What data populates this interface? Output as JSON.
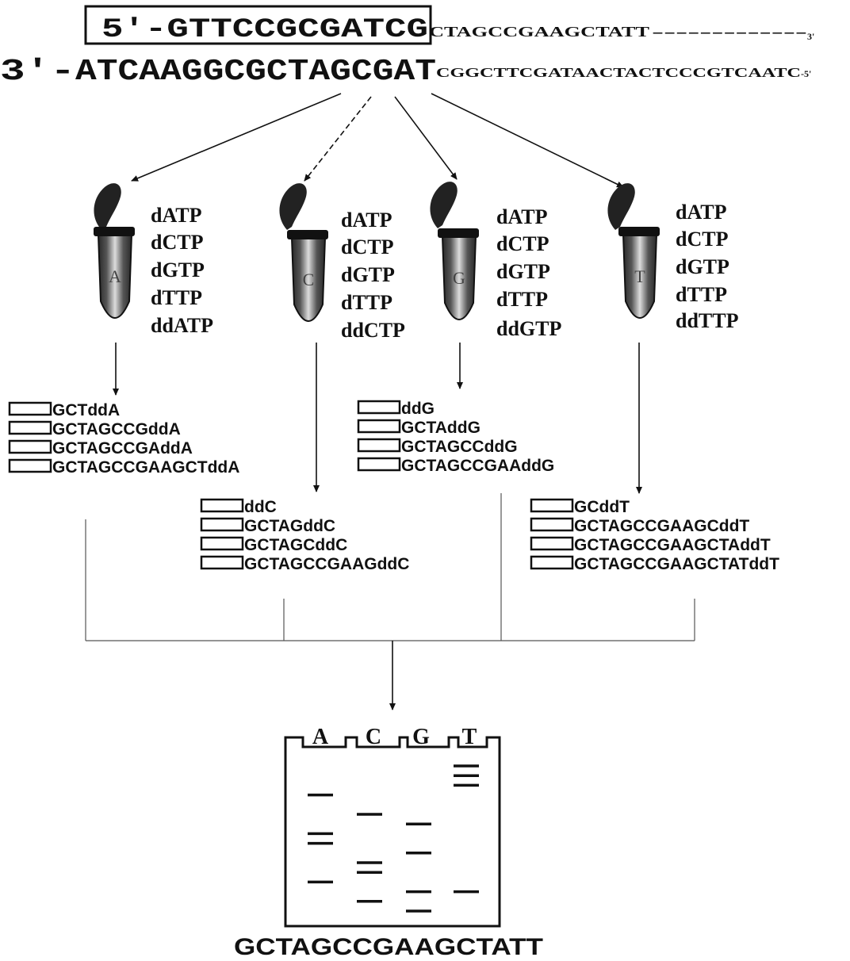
{
  "template": {
    "top_strand_primer": "5'-GTTCCGCGATCG",
    "top_strand_extension": "CTAGCCGAAGCTATT",
    "top_strand_dashes": "-------------",
    "top_strand_end": "3'",
    "bottom_strand_start": "3'-",
    "bottom_strand_large": "ATCAAGGCGCTAGCGAT",
    "bottom_strand_small": "CGGCTTCGATAACTACTCCCGTCAATC",
    "bottom_strand_end": "-5'"
  },
  "reactions": [
    {
      "tube_label": "A",
      "reagents": [
        "dATP",
        "dCTP",
        "dGTP",
        "dTTP",
        "ddATP"
      ],
      "fragments": [
        "GCTddA",
        "GCTAGCCGddA",
        "GCTAGCCGAddA",
        "GCTAGCCGAAGCTddA"
      ]
    },
    {
      "tube_label": "C",
      "reagents": [
        "dATP",
        "dCTP",
        "dGTP",
        "dTTP",
        "ddCTP"
      ],
      "fragments": [
        "ddC",
        "GCTAGddC",
        "GCTAGCddC",
        "GCTAGCCGAAGddC"
      ]
    },
    {
      "tube_label": "G",
      "reagents": [
        "dATP",
        "dCTP",
        "dGTP",
        "dTTP",
        "ddGTP"
      ],
      "fragments": [
        "ddG",
        "GCTAddG",
        "GCTAGCCddG",
        "GCTAGCCGAAddG"
      ]
    },
    {
      "tube_label": "T",
      "reagents": [
        "dATP",
        "dCTP",
        "dGTP",
        "dTTP",
        "ddTTP"
      ],
      "fragments": [
        "GCddT",
        "GCTAGCCGAAGCddT",
        "GCTAGCCGAAGCTAddT",
        "GCTAGCCGAAGCTATddT"
      ]
    }
  ],
  "gel": {
    "lanes": [
      "A",
      "C",
      "G",
      "T"
    ],
    "bands": {
      "A": [
        4,
        8,
        9,
        13
      ],
      "C": [
        6,
        11,
        12,
        15
      ],
      "G": [
        7,
        10,
        14,
        16
      ],
      "T": [
        1,
        2,
        3,
        14
      ]
    }
  },
  "result_sequence": "GCTAGCCGAAGCTATT",
  "colors": {
    "ink": "#111111",
    "tube_dark": "#333333",
    "tube_light": "#d8d8d8"
  }
}
